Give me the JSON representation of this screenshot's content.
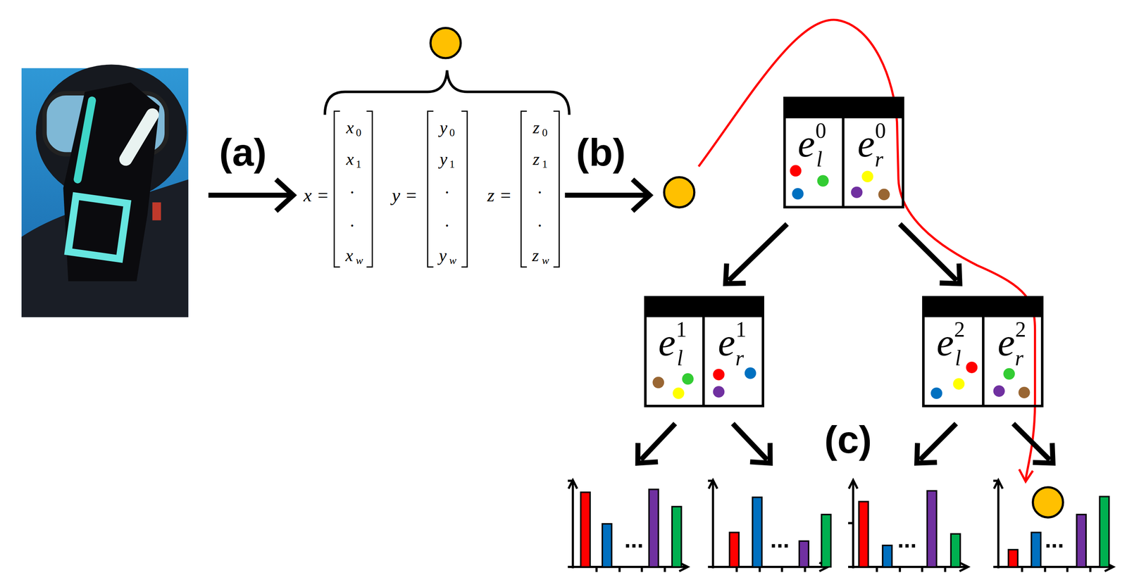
{
  "diagram": {
    "nodes": [
      {
        "text": []
      },
      {
        "text": [
          "e",
          "0",
          "l"
        ],
        "in": 0
      },
      {
        "text": [
          "e",
          "0",
          "r"
        ],
        "in": 0
      },
      {
        "text": []
      },
      {
        "text": [
          "e",
          "1",
          "l"
        ],
        "in": 3
      },
      {
        "text": [
          "e",
          "1",
          "r"
        ],
        "in": 3
      },
      {
        "text": []
      },
      {
        "text": [
          "e",
          "2",
          "l"
        ],
        "in": 6
      },
      {
        "text": [
          "e",
          "2",
          "r"
        ],
        "in": 6
      },
      {
        "text": [
          "..."
        ]
      },
      {
        "text": [
          "..."
        ]
      },
      {
        "text": [
          "..."
        ]
      },
      {
        "text": [
          "..."
        ]
      }
    ],
    "edges": [
      {
        "from": 0,
        "to": 3,
        "arrow": "to"
      },
      {
        "from": 0,
        "to": 6,
        "arrow": "to"
      },
      {
        "from": 3,
        "to": 9,
        "arrow": "to"
      },
      {
        "from": 3,
        "to": 10,
        "arrow": "to"
      },
      {
        "from": 6,
        "to": 11,
        "arrow": "to"
      },
      {
        "from": 6,
        "to": 12,
        "arrow": "to"
      }
    ],
    "labels": [
      "(a)",
      "x =",
      "x",
      "0",
      "x",
      "1",
      ".",
      ".",
      "x",
      "w",
      "y =",
      "y",
      "0",
      "y",
      "1",
      ".",
      ".",
      "y",
      "w",
      "z =",
      "z",
      "0",
      "z",
      "1",
      ".",
      ".",
      "z",
      "w",
      "(b)",
      "(c)"
    ]
  }
}
